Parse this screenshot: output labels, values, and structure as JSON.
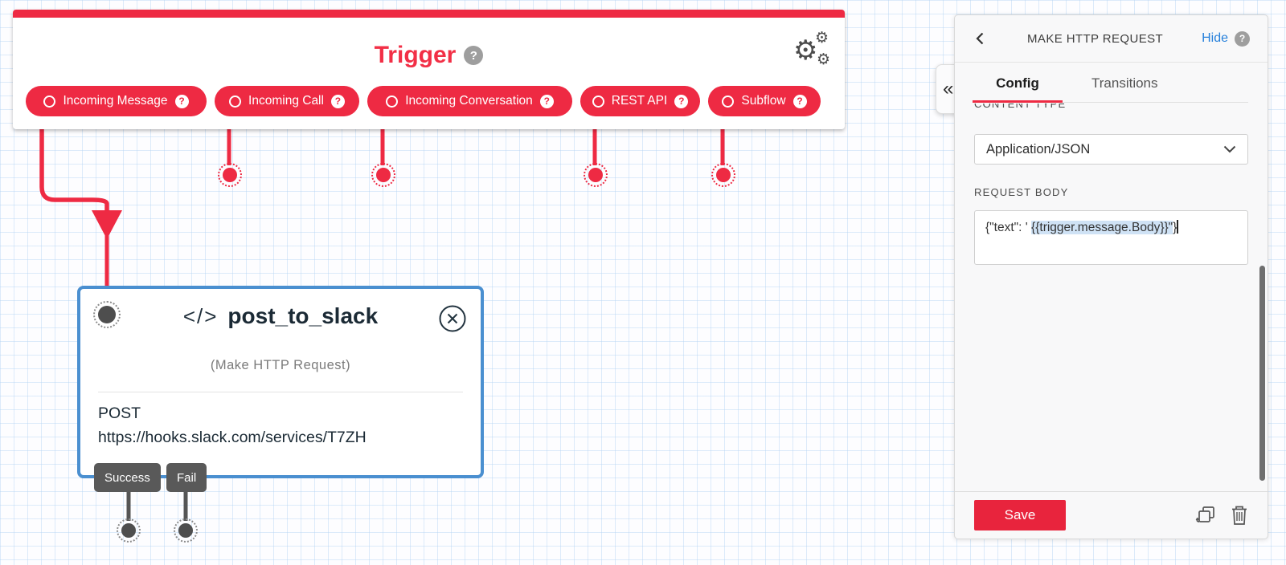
{
  "icons": {
    "help_glyph": "?",
    "collapse_glyph": "«",
    "code_glyph": "</>",
    "gear_glyph": "⚙"
  },
  "trigger": {
    "title": "Trigger",
    "pills": [
      {
        "label": "Incoming Message"
      },
      {
        "label": "Incoming Call"
      },
      {
        "label": "Incoming Conversation"
      },
      {
        "label": "REST API"
      },
      {
        "label": "Subflow"
      }
    ]
  },
  "widget": {
    "name": "post_to_slack",
    "type_label": "(Make HTTP Request)",
    "method": "POST",
    "url": "https://hooks.slack.com/services/T7ZH",
    "transitions": [
      {
        "label": "Success"
      },
      {
        "label": "Fail"
      }
    ]
  },
  "panel": {
    "title": "MAKE HTTP REQUEST",
    "hide_label": "Hide",
    "tabs": [
      {
        "label": "Config"
      },
      {
        "label": "Transitions"
      }
    ],
    "content_type": {
      "label": "CONTENT TYPE",
      "value": "Application/JSON"
    },
    "request_body": {
      "label": "REQUEST BODY",
      "value_prefix": "{\"text\": ' ",
      "value_highlight": "{{trigger.message.Body}}\"",
      "value_suffix": "}"
    },
    "save_label": "Save"
  },
  "colors": {
    "brand_red": "#EE2A43",
    "selection_blue": "#4A8FD0",
    "link_blue": "#2680DB",
    "tag_gray": "#595959"
  }
}
